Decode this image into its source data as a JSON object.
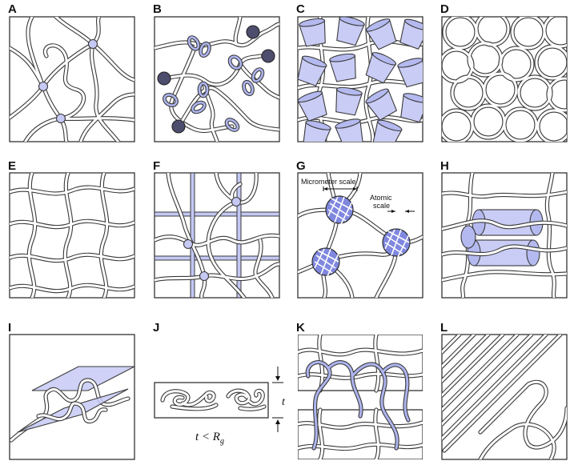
{
  "panels": [
    {
      "letter": "A"
    },
    {
      "letter": "B"
    },
    {
      "letter": "C"
    },
    {
      "letter": "D"
    },
    {
      "letter": "E"
    },
    {
      "letter": "F"
    },
    {
      "letter": "G",
      "annotations": {
        "micrometer": "Micrometer scale",
        "atomic_line1": "Atomic",
        "atomic_line2": "scale"
      }
    },
    {
      "letter": "H"
    },
    {
      "letter": "I"
    },
    {
      "letter": "J",
      "annotations": {
        "thickness": "t",
        "relation_prefix": "t < R",
        "relation_subscript": "g"
      }
    },
    {
      "letter": "K"
    },
    {
      "letter": "L"
    }
  ],
  "colors": {
    "accent": "#c6c9f4",
    "accent_dark": "#7f87df",
    "bead": "#4d4d6e",
    "line": "#3a3a3a"
  }
}
